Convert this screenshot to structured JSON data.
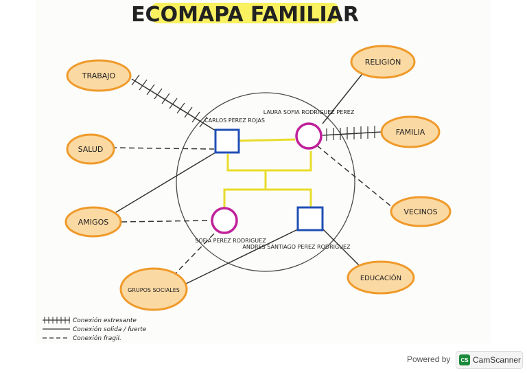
{
  "title": "ECOMAPA FAMILIAR",
  "family": {
    "father": "CARLOS PEREZ ROJAS",
    "mother": "LAURA SOFIA RODRIGUEZ PEREZ",
    "daughter": "SOFIA PEREZ RODRIGUEZ",
    "son": "ANDRES SANTIAGO PEREZ RODRIGUEZ"
  },
  "systems": {
    "trabajo": "TRABAJO",
    "salud": "SALUD",
    "amigos": "AMIGOS",
    "grupos": "GRUPOS SOCIALES",
    "religion": "RELIGIÓN",
    "familia": "FAMILIA",
    "vecinos": "VECINOS",
    "educacion": "EDUCACIÓN"
  },
  "legend": {
    "stressful": "Conexión estresante",
    "strong": "Conexión solida / fuerte",
    "fragile": "Conexión fragil."
  },
  "footer": {
    "powered_by": "Powered by",
    "app_logo": "CS",
    "app_name": "CamScanner"
  },
  "colors": {
    "male": "#1f4fb5",
    "female": "#c0209a",
    "bubble_fill": "#fbd9a3",
    "bubble_stroke": "#ef9a2a",
    "title_highlight": "#f7ee3a",
    "kinship_line": "#e8dc2a",
    "cs_logo": "#1a8a3a"
  }
}
